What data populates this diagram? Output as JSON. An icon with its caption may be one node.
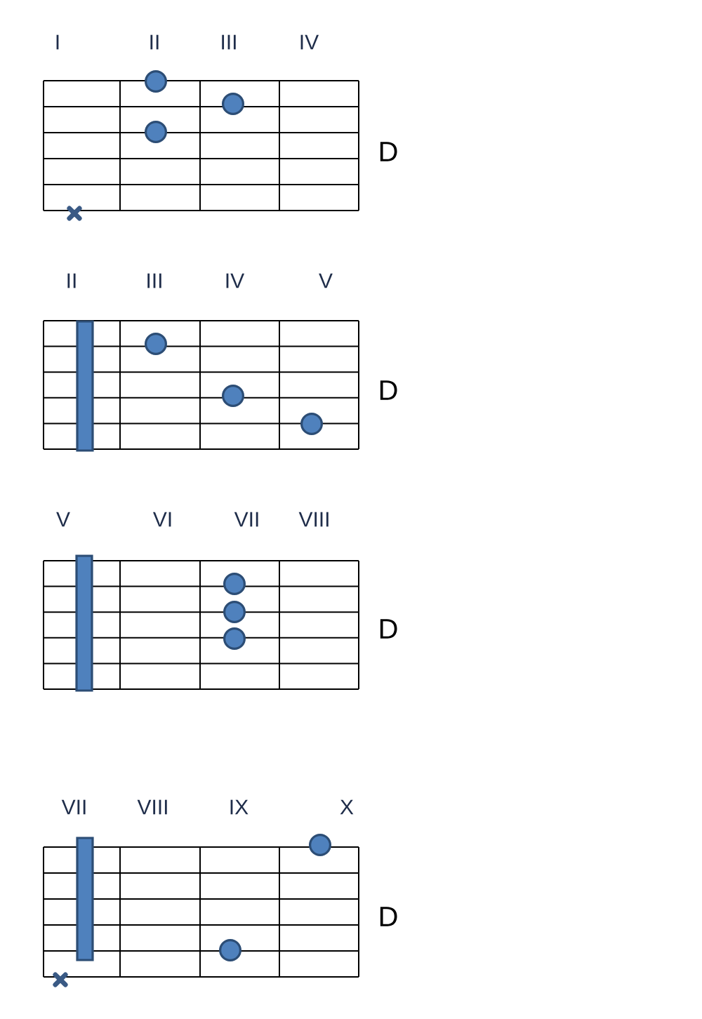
{
  "diagram": {
    "labels": [
      "I",
      "II",
      "III",
      "IV",
      "D",
      "II",
      "III",
      "IV",
      "V",
      "D",
      "V",
      "VI",
      "VII",
      "VIII",
      "D",
      "VII",
      "VIII",
      "IX",
      "X",
      "D"
    ]
  }
}
